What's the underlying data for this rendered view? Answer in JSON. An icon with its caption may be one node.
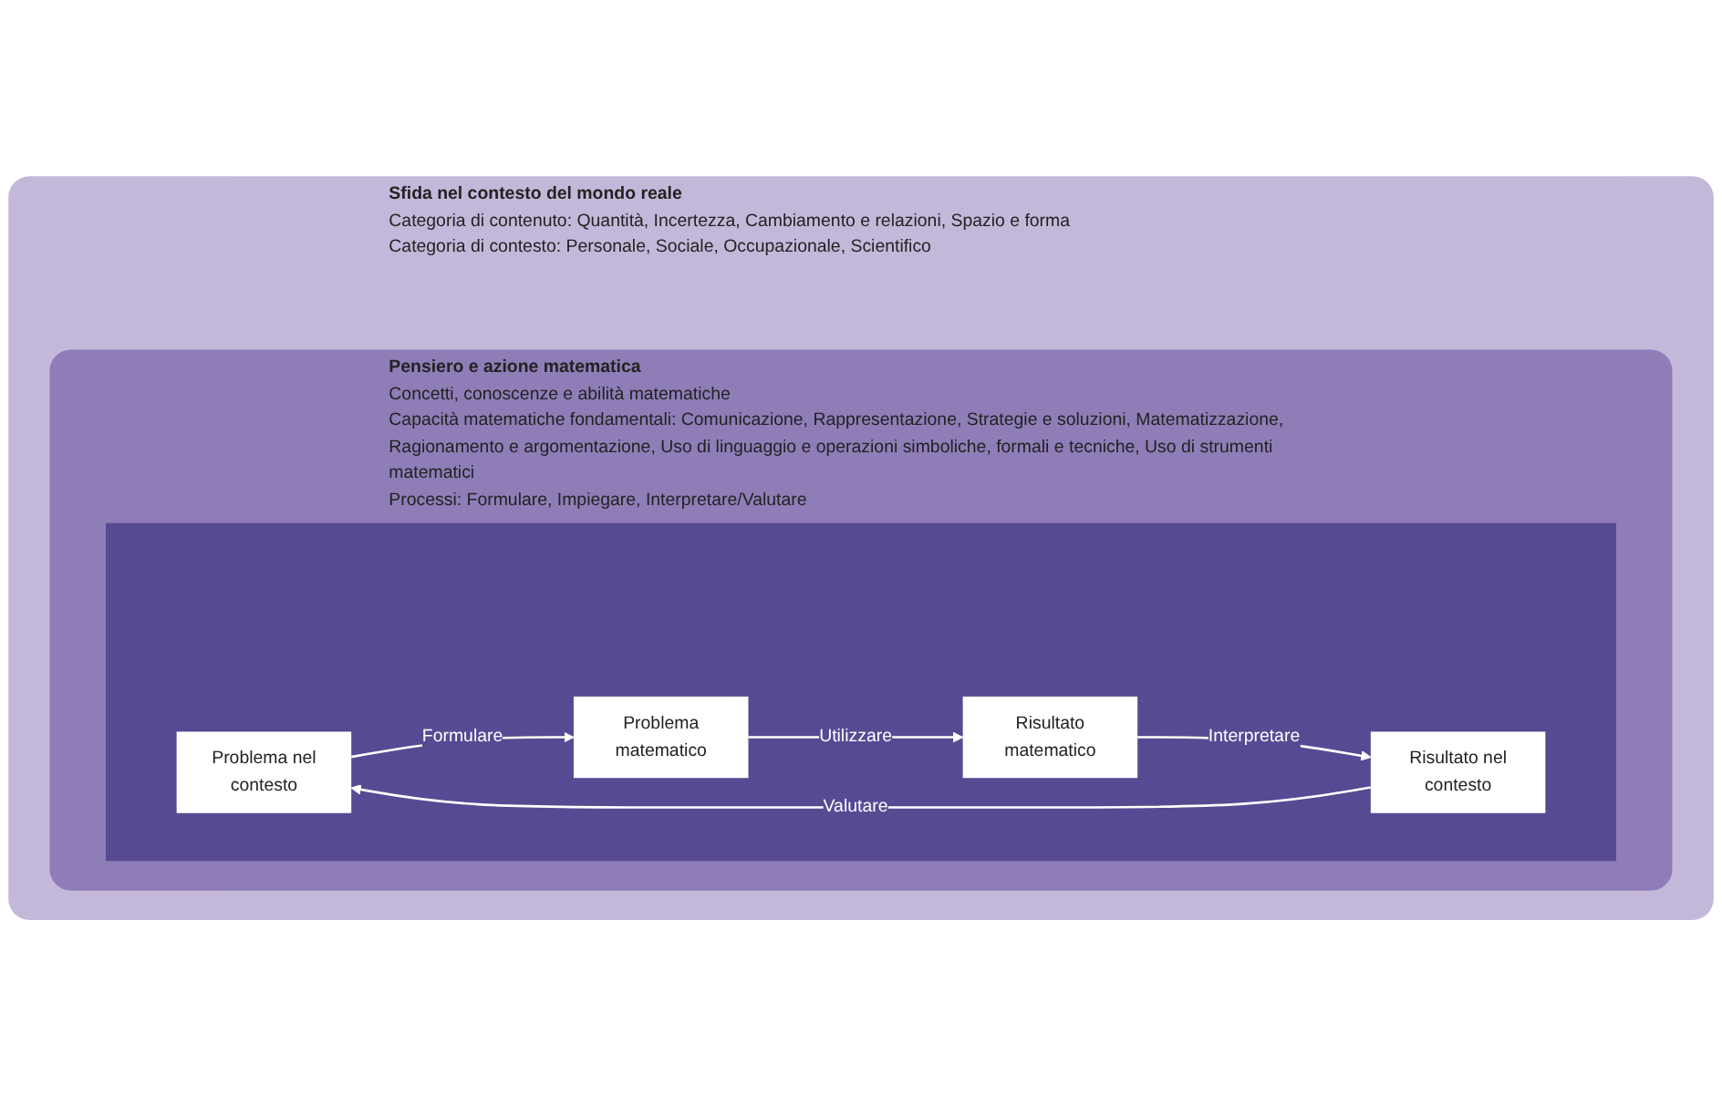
{
  "diagram": {
    "nodes": [
      {
        "text": [
          "Sfida nel contesto del mondo reale",
          "Categoria di contenuto: Quantità, Incertezza, Cambiamento e relazioni, Spazio e forma",
          "Categoria di contesto: Personale, Sociale, Occupazionale, Scientifico"
        ]
      },
      {
        "text": [
          "Pensiero e azione matematica",
          "Concetti, conoscenze e abilità matematiche",
          "Capacità matematiche fondamentali: Comunicazione, Rappresentazione, Strategie e soluzioni, Matematizzazione, Ragionamento e argomentazione, Uso di linguaggio e operazioni simboliche, formali e tecniche, Uso di strumenti matematici",
          "Processi: Formulare, Impiegare, Interpretare/Valutare"
        ],
        "in": 0
      },
      {
        "text": [],
        "shape": "box",
        "in": 1
      },
      {
        "text": [
          "Problema nel contesto"
        ],
        "in": 2
      },
      {
        "text": [
          "Problema matematico"
        ],
        "in": 2
      },
      {
        "text": [
          "Risultato nel contesto"
        ],
        "in": 2
      },
      {
        "text": [
          "Risultato matematico"
        ],
        "in": 2
      }
    ],
    "edges": [
      {
        "from": 3,
        "to": 4,
        "arrow": "to",
        "label": "Formulare"
      },
      {
        "from": 4,
        "to": 6,
        "arrow": "to",
        "label": "Utilizzare"
      },
      {
        "from": 6,
        "to": 5,
        "arrow": "to",
        "label": "Interpretare"
      },
      {
        "from": 5,
        "to": 3,
        "arrow": "to",
        "label": "Valutare"
      }
    ]
  }
}
